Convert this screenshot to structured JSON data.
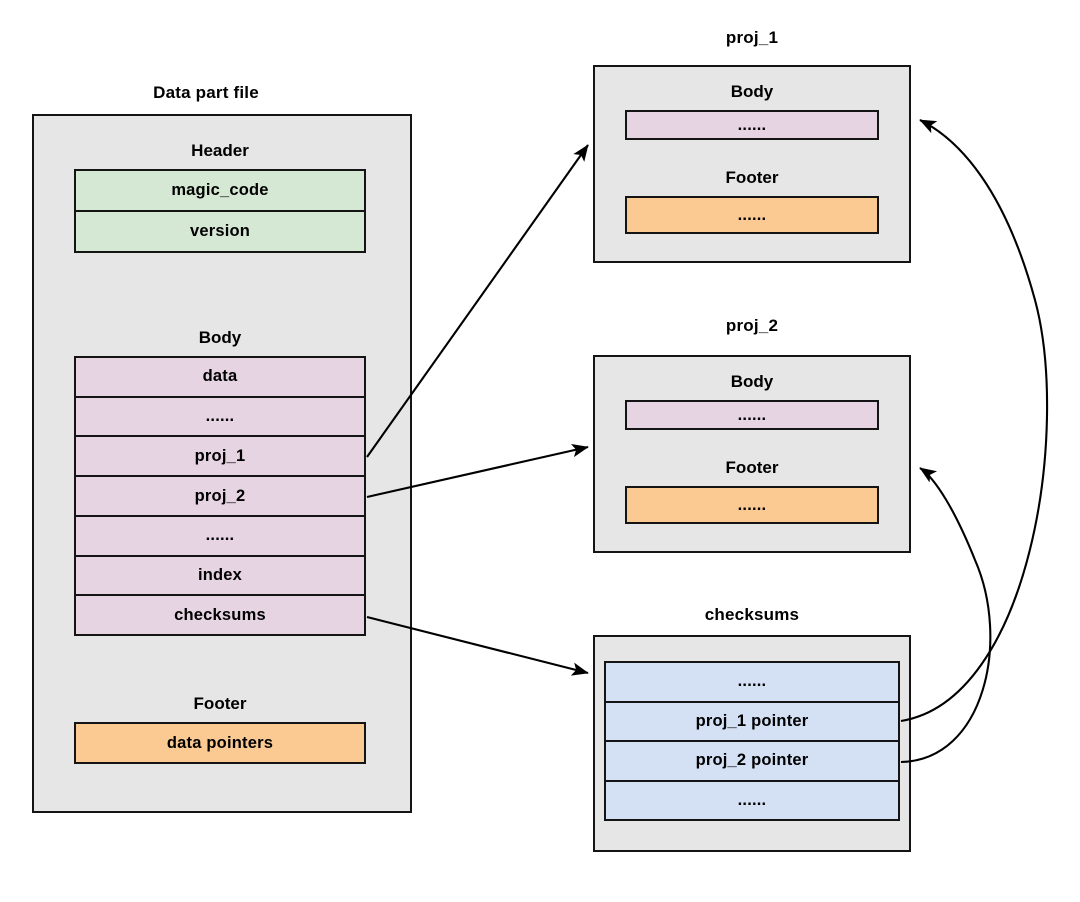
{
  "diagram": {
    "title_font_color": "#000000",
    "colors": {
      "container_fill": "#e6e6e6",
      "stroke": "#141414",
      "green": "#d5e8d4",
      "pink": "#e6d4e3",
      "orange": "#fbc992",
      "blue": "#d4e1f5",
      "background": "#ffffff"
    },
    "data_part_file": {
      "title": "Data part file",
      "header": {
        "label": "Header",
        "slots": [
          "magic_code",
          "version"
        ]
      },
      "body": {
        "label": "Body",
        "slots": [
          "data",
          "......",
          "proj_1",
          "proj_2",
          "......",
          "index",
          "checksums"
        ]
      },
      "footer": {
        "label": "Footer",
        "slots": [
          "data pointers"
        ]
      }
    },
    "proj_1": {
      "title": "proj_1",
      "body": {
        "label": "Body",
        "slots": [
          "......"
        ]
      },
      "footer": {
        "label": "Footer",
        "slots": [
          "......"
        ]
      }
    },
    "proj_2": {
      "title": "proj_2",
      "body": {
        "label": "Body",
        "slots": [
          "......"
        ]
      },
      "footer": {
        "label": "Footer",
        "slots": [
          "......"
        ]
      }
    },
    "checksums": {
      "title": "checksums",
      "slots": [
        "......",
        "proj_1 pointer",
        "proj_2 pointer",
        "......"
      ]
    },
    "arrows": [
      {
        "name": "proj-1-row-to-proj-1-box",
        "from": "Data part file Body proj_1",
        "to": "proj_1 box",
        "style": "straight"
      },
      {
        "name": "proj-2-row-to-proj-2-box",
        "from": "Data part file Body proj_2",
        "to": "proj_2 box",
        "style": "straight"
      },
      {
        "name": "checksums-row-to-checksums-box",
        "from": "Data part file Body checksums",
        "to": "checksums box",
        "style": "straight"
      },
      {
        "name": "proj-1-pointer-to-proj-1-box",
        "from": "checksums proj_1 pointer",
        "to": "proj_1 box right edge",
        "style": "curved"
      },
      {
        "name": "proj-2-pointer-to-proj-2-box",
        "from": "checksums proj_2 pointer",
        "to": "proj_2 box right edge",
        "style": "curved"
      }
    ]
  }
}
